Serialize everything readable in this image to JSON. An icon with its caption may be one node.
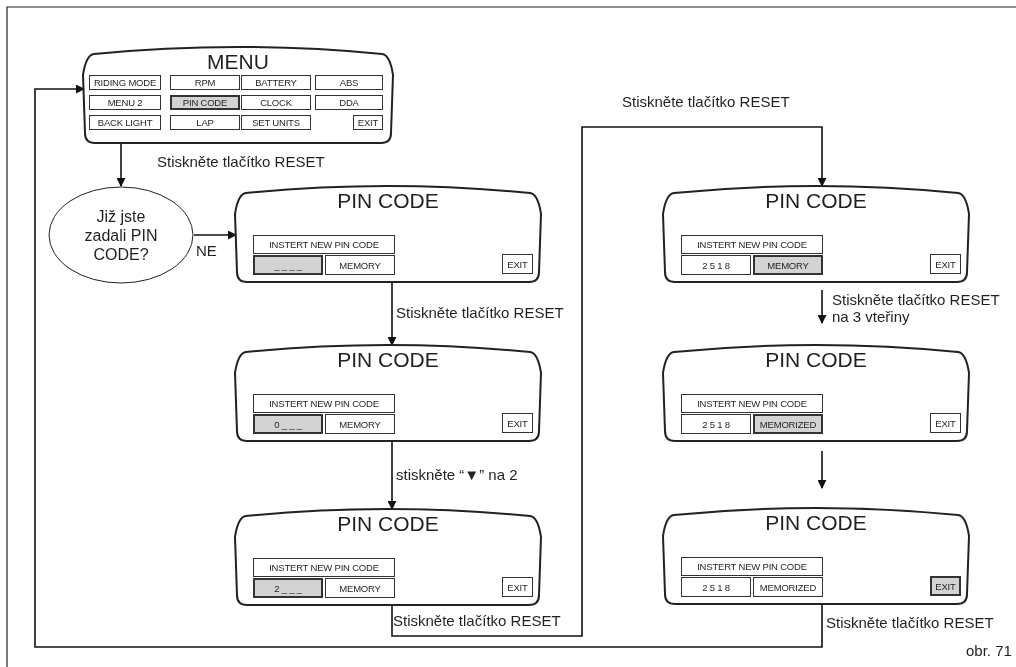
{
  "diagram": {
    "caption": "obr. 71",
    "nodes": [
      {
        "text": [
          "MENU"
        ]
      },
      {
        "text": [
          "RIDING MODE"
        ],
        "in": 0
      },
      {
        "text": [
          "RPM"
        ],
        "in": 0
      },
      {
        "text": [
          "BATTERY"
        ],
        "in": 0
      },
      {
        "text": [
          "ABS"
        ],
        "in": 0
      },
      {
        "text": [
          "MENU 2"
        ],
        "in": 0
      },
      {
        "text": [
          "PIN CODE"
        ],
        "in": 0
      },
      {
        "text": [
          "CLOCK"
        ],
        "in": 0
      },
      {
        "text": [
          "DDA"
        ],
        "in": 0
      },
      {
        "text": [
          "BACK LIGHT"
        ],
        "in": 0
      },
      {
        "text": [
          "LAP"
        ],
        "in": 0
      },
      {
        "text": [
          "SET UNITS"
        ],
        "in": 0
      },
      {
        "text": [
          "EXIT"
        ],
        "in": 0
      },
      {
        "text": [
          "Již jste zadali PIN CODE?"
        ]
      },
      {
        "text": [
          "PIN CODE"
        ]
      },
      {
        "text": [
          "INSTERT NEW PIN CODE"
        ],
        "in": 14
      },
      {
        "text": [
          "_ _ _ _"
        ],
        "in": 14
      },
      {
        "text": [
          "MEMORY"
        ],
        "in": 14
      },
      {
        "text": [
          "EXIT"
        ],
        "in": 14
      },
      {
        "text": [
          "PIN CODE"
        ]
      },
      {
        "text": [
          "INSTERT NEW PIN CODE"
        ],
        "in": 19
      },
      {
        "text": [
          "0 _ _ _"
        ],
        "in": 19
      },
      {
        "text": [
          "MEMORY"
        ],
        "in": 19
      },
      {
        "text": [
          "EXIT"
        ],
        "in": 19
      },
      {
        "text": [
          "PIN CODE"
        ]
      },
      {
        "text": [
          "INSTERT NEW PIN CODE"
        ],
        "in": 24
      },
      {
        "text": [
          "2 _ _ _"
        ],
        "in": 24
      },
      {
        "text": [
          "MEMORY"
        ],
        "in": 24
      },
      {
        "text": [
          "EXIT"
        ],
        "in": 24
      },
      {
        "text": [
          "PIN CODE"
        ]
      },
      {
        "text": [
          "INSTERT NEW PIN CODE"
        ],
        "in": 29
      },
      {
        "text": [
          "2 5 1 8"
        ],
        "in": 29
      },
      {
        "text": [
          "MEMORY"
        ],
        "in": 29
      },
      {
        "text": [
          "EXIT"
        ],
        "in": 29
      },
      {
        "text": [
          "PIN CODE"
        ]
      },
      {
        "text": [
          "INSTERT NEW PIN CODE"
        ],
        "in": 34
      },
      {
        "text": [
          "2 5 1 8"
        ],
        "in": 34
      },
      {
        "text": [
          "MEMORIZED"
        ],
        "in": 34
      },
      {
        "text": [
          "EXIT"
        ],
        "in": 34
      },
      {
        "text": [
          "PIN CODE"
        ]
      },
      {
        "text": [
          "INSTERT NEW PIN CODE"
        ],
        "in": 39
      },
      {
        "text": [
          "2 5 1 8"
        ],
        "in": 39
      },
      {
        "text": [
          "MEMORIZED"
        ],
        "in": 39
      },
      {
        "text": [
          "EXIT"
        ],
        "in": 39
      }
    ],
    "edges": [
      {
        "from": 0,
        "to": 13,
        "arrow": "to",
        "label": "Stiskněte tlačítko RESET"
      },
      {
        "from": 13,
        "to": 14,
        "arrow": "to",
        "label": "NE"
      },
      {
        "from": 14,
        "to": 19,
        "arrow": "to",
        "label": "Stiskněte tlačítko RESET"
      },
      {
        "from": 19,
        "to": 24,
        "arrow": "to",
        "label": "stiskněte “▼” na 2"
      },
      {
        "from": 24,
        "to": 29,
        "arrow": "to",
        "label": "Stiskněte tlačítko RESET"
      },
      {
        "from": 29,
        "to": 34,
        "arrow": "to",
        "label": "Stiskněte tlačítko RESET na 3 vteřiny"
      },
      {
        "from": 34,
        "to": 39,
        "arrow": "to"
      },
      {
        "from": 39,
        "to": 0,
        "arrow": "to",
        "label": "Stiskněte tlačítko RESET"
      }
    ],
    "labels": [
      "Stiskněte tlačítko RESET"
    ]
  }
}
